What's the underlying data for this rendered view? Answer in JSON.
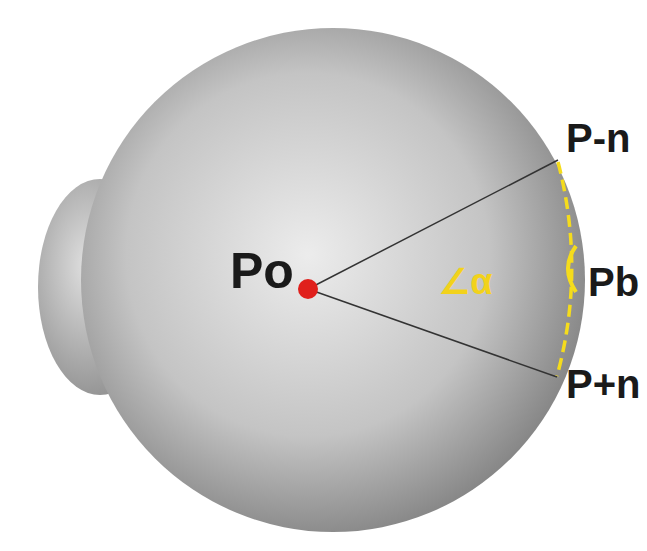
{
  "diagram": {
    "labels": [
      "Po",
      "P-n",
      "Pb",
      "P+n",
      "∠α"
    ]
  }
}
